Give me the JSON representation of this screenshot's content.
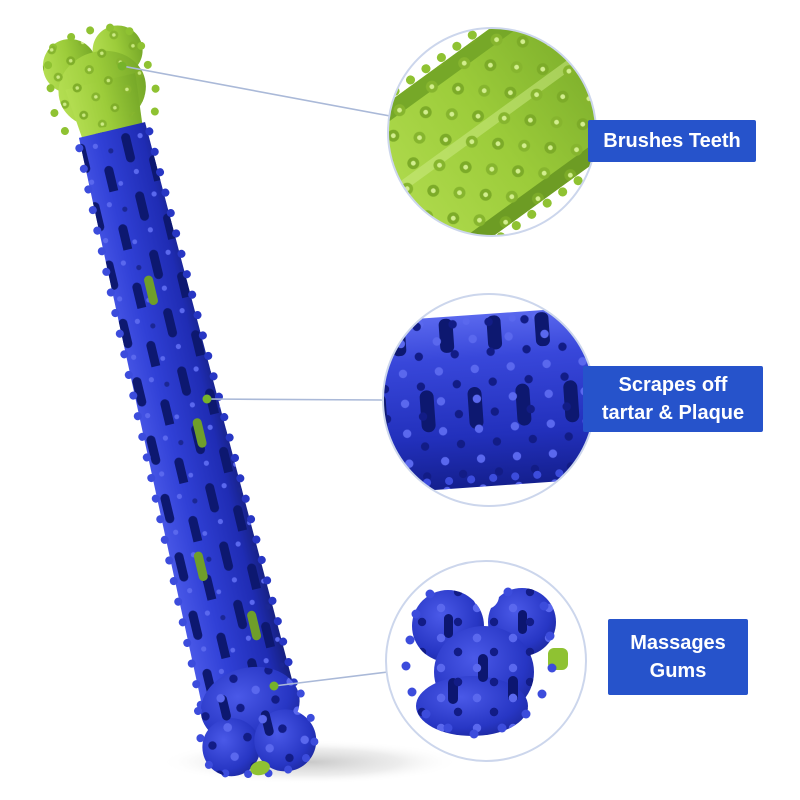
{
  "product": {
    "description": "dog chew toothbrush stick toy, blue textured sleeve with green bone ends",
    "colors": {
      "stick_blue": "#2e3fd2",
      "stick_blue_dark": "#1c2aa8",
      "slot_navy": "#0d1870",
      "bone_green": "#9ccc3a",
      "bone_green_dark": "#7fae29",
      "label_blue": "#2653cb",
      "label_text": "#ffffff",
      "connector_gray": "#aab9d8"
    }
  },
  "callouts": [
    {
      "feature": "brushes-teeth",
      "label_lines": [
        "Brushes Teeth"
      ]
    },
    {
      "feature": "scrapes-tartar",
      "label_lines": [
        "Scrapes off",
        "tartar & Plaque"
      ]
    },
    {
      "feature": "massages-gums",
      "label_lines": [
        "Massages",
        "Gums"
      ]
    }
  ]
}
